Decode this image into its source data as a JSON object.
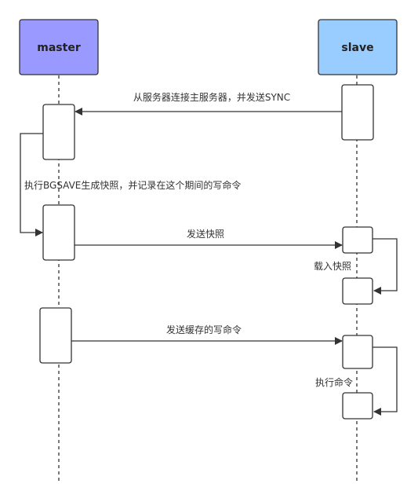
{
  "participants": {
    "master": {
      "label": "master",
      "fill": "#9999FF"
    },
    "slave": {
      "label": "slave",
      "fill": "#99CCFF"
    }
  },
  "messages": {
    "sync": "从服务器连接主服务器，并发送SYNC",
    "bgsave": "执行BGSAVE生成快照，并记录在这个期间的写命令",
    "send_snapshot": "发送快照",
    "load_snapshot": "载入快照",
    "send_buffered": "发送缓存的写命令",
    "exec_commands": "执行命令"
  }
}
